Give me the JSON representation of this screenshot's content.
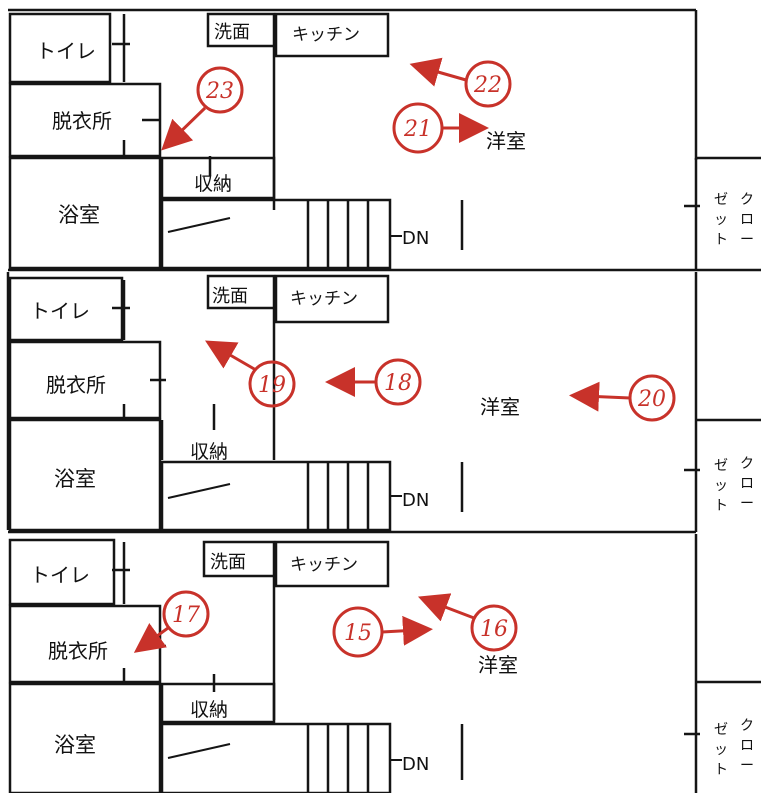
{
  "colors": {
    "ink": "#151515",
    "accent": "#c8322a",
    "paper": "#ffffff"
  },
  "floors": [
    {
      "toilet": "トイレ",
      "washroom": "洗面",
      "kitchen": "キッチン",
      "dressing": "脱衣所",
      "storage": "収納",
      "bath": "浴室",
      "western_room": "洋室",
      "stairs_down": "DN",
      "closet": [
        "ク",
        "ロ",
        "ー",
        "ゼ",
        "ッ",
        "ト"
      ],
      "markers": [
        "23",
        "22",
        "21"
      ]
    },
    {
      "toilet": "トイレ",
      "washroom": "洗面",
      "kitchen": "キッチン",
      "dressing": "脱衣所",
      "storage": "収納",
      "bath": "浴室",
      "western_room": "洋室",
      "stairs_down": "DN",
      "closet": [
        "ク",
        "ロ",
        "ー",
        "ゼ",
        "ッ",
        "ト"
      ],
      "markers": [
        "19",
        "18",
        "20"
      ]
    },
    {
      "toilet": "トイレ",
      "washroom": "洗面",
      "kitchen": "キッチン",
      "dressing": "脱衣所",
      "storage": "収納",
      "bath": "浴室",
      "western_room": "洋室",
      "stairs_down": "DN",
      "closet": [
        "ク",
        "ロ",
        "ー",
        "ゼ",
        "ッ",
        "ト"
      ],
      "markers": [
        "17",
        "15",
        "16"
      ]
    }
  ]
}
